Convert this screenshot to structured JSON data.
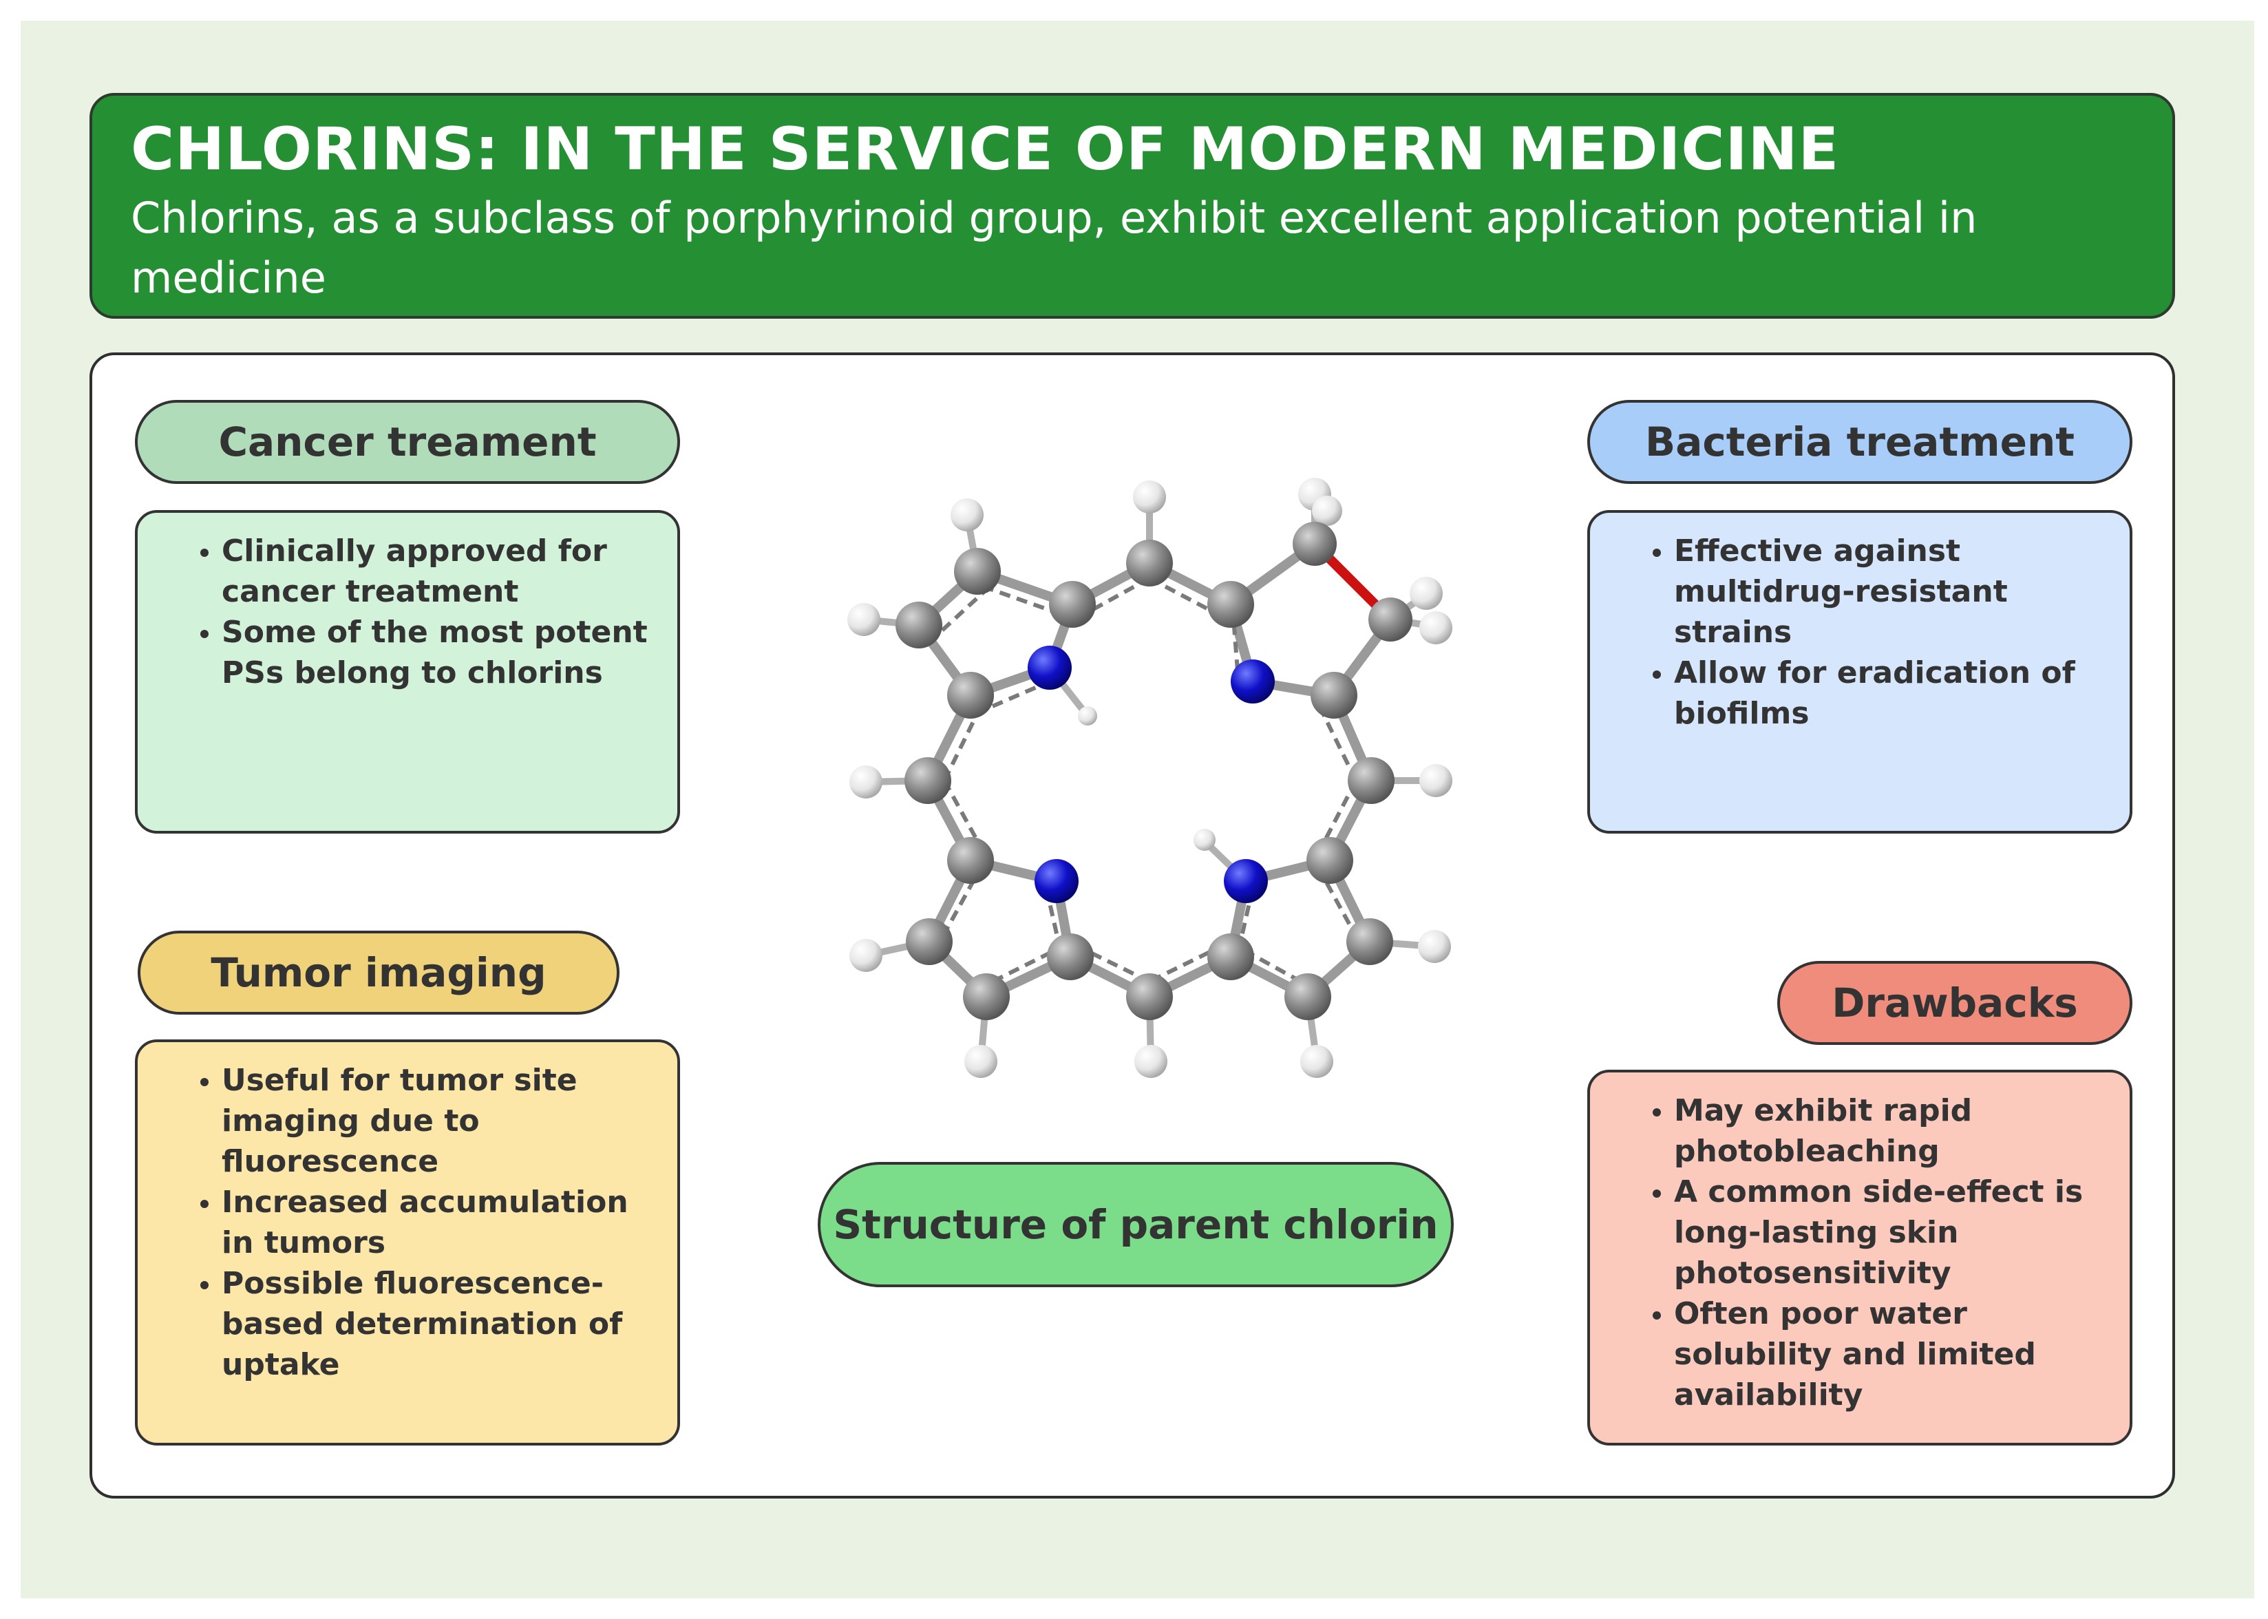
{
  "header": {
    "title": "CHLORINS: IN THE SERVICE OF MODERN MEDICINE",
    "subtitle": "Chlorins, as a subclass of porphyrinoid group, exhibit excellent application potential in medicine"
  },
  "sections": {
    "cancer": {
      "title": "Cancer treament",
      "items": [
        "Clinically approved for cancer treatment",
        "Some of the most potent  PSs belong to chlorins"
      ],
      "color_header": "#b0dcb9",
      "color_box": "#d2f3da"
    },
    "tumor": {
      "title": "Tumor imaging",
      "items": [
        "Useful for tumor site imaging due to fluorescence",
        "Increased accumulation in tumors",
        "Possible fluorescence-based determination of uptake"
      ],
      "color_header": "#f0d27a",
      "color_box": "#fde7a8"
    },
    "bacteria": {
      "title": "Bacteria treatment",
      "items": [
        "Effective against multidrug-resistant strains",
        "Allow for eradication of biofilms"
      ],
      "color_header": "#a8cdf8",
      "color_box": "#d5e6fd"
    },
    "drawbacks": {
      "title": "Drawbacks",
      "items": [
        "May exhibit rapid photobleaching",
        "A common side-effect is long-lasting skin photosensitivity",
        "Often poor water solubility and limited availability"
      ],
      "color_header": "#ef8c7c",
      "color_box": "#fcc9bd"
    }
  },
  "structure": {
    "label": "Structure of parent chlorin",
    "color": "#7bdc8a"
  },
  "colors": {
    "header_green": "#249033",
    "background": "#eaf3e3",
    "carbon": "#8a8a8a",
    "nitrogen": "#1010c8",
    "hydrogen": "#e6e6e6",
    "saturated_bond": "#cc1111"
  }
}
